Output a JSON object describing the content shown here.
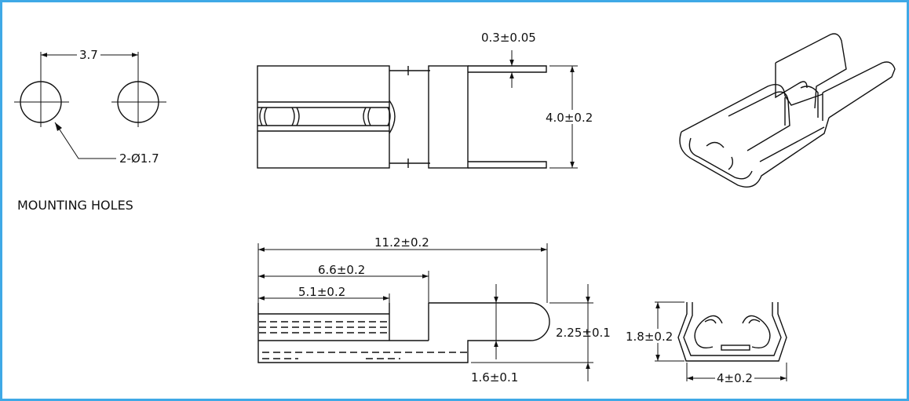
{
  "holes": {
    "spacing": "3.7",
    "diameter": "2-Ø1.7",
    "caption": "MOUNTING HOLES"
  },
  "top_view": {
    "thickness": "0.3±0.05",
    "width": "4.0±0.2"
  },
  "side_view": {
    "length_total": "11.2±0.2",
    "length_mid": "6.6±0.2",
    "length_grip": "5.1±0.2",
    "height": "2.25±0.1",
    "tab_height": "1.6±0.1"
  },
  "end_view": {
    "height": "1.8±0.2",
    "width": "4±0.2"
  },
  "colors": {
    "frame": "#3fa9e6",
    "ink": "#111111"
  }
}
